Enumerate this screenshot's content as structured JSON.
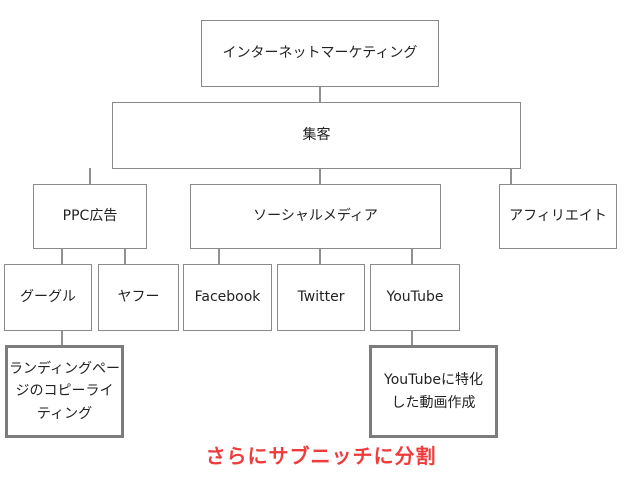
{
  "diagram": {
    "root": "インターネットマーケティング",
    "level1": "集客",
    "channels": {
      "ppc": "PPC広告",
      "social": "ソーシャルメディア",
      "affiliate": "アフィリエイト"
    },
    "leaves": {
      "google": "グーグル",
      "yahoo": "ヤフー",
      "facebook": "Facebook",
      "twitter": "Twitter",
      "youtube": "YouTube"
    },
    "subdivisions": {
      "landing_copy": [
        "ランディングペー",
        "ジのコピーライ",
        "ティング"
      ],
      "youtube_video": [
        "YouTubeに特化",
        "した動画作成"
      ]
    }
  },
  "caption": "さらにサブニッチに分割",
  "colors": {
    "caption": "#ee3b3b",
    "border": "#8a8a8a",
    "thick_border": "#7c7c7c"
  }
}
